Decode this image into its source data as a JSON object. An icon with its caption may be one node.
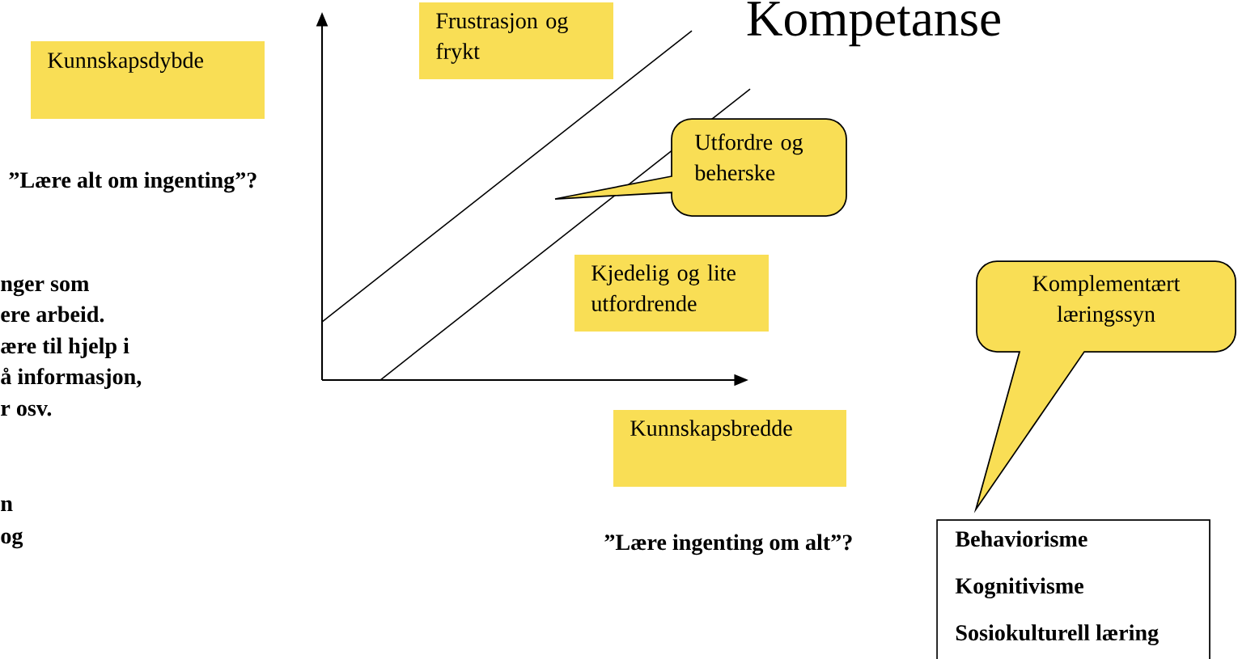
{
  "diagram": {
    "title": "Kompetanse",
    "nodes": [
      {
        "text": [
          "Kunnskapsdybde"
        ]
      },
      {
        "text": [
          "Frustrasjon og frykt"
        ]
      },
      {
        "text": [
          "Utfordre og beherske"
        ]
      },
      {
        "text": [
          "Kjedelig og lite utfordrende"
        ]
      },
      {
        "text": [
          "Kunnskapsbredde"
        ]
      },
      {
        "text": [
          "Komplementært læringssyn"
        ]
      },
      {
        "text": [
          "Behaviorisme",
          "Kognitivisme",
          "Sosiokulturell læring"
        ]
      }
    ],
    "labels": [
      "”Lære alt om ingenting”?",
      "nger som",
      "ere arbeid.",
      "ære til hjelp i",
      "å informasjon,",
      "r osv.",
      "n",
      "og",
      "”Lære ingenting om alt”?"
    ]
  }
}
